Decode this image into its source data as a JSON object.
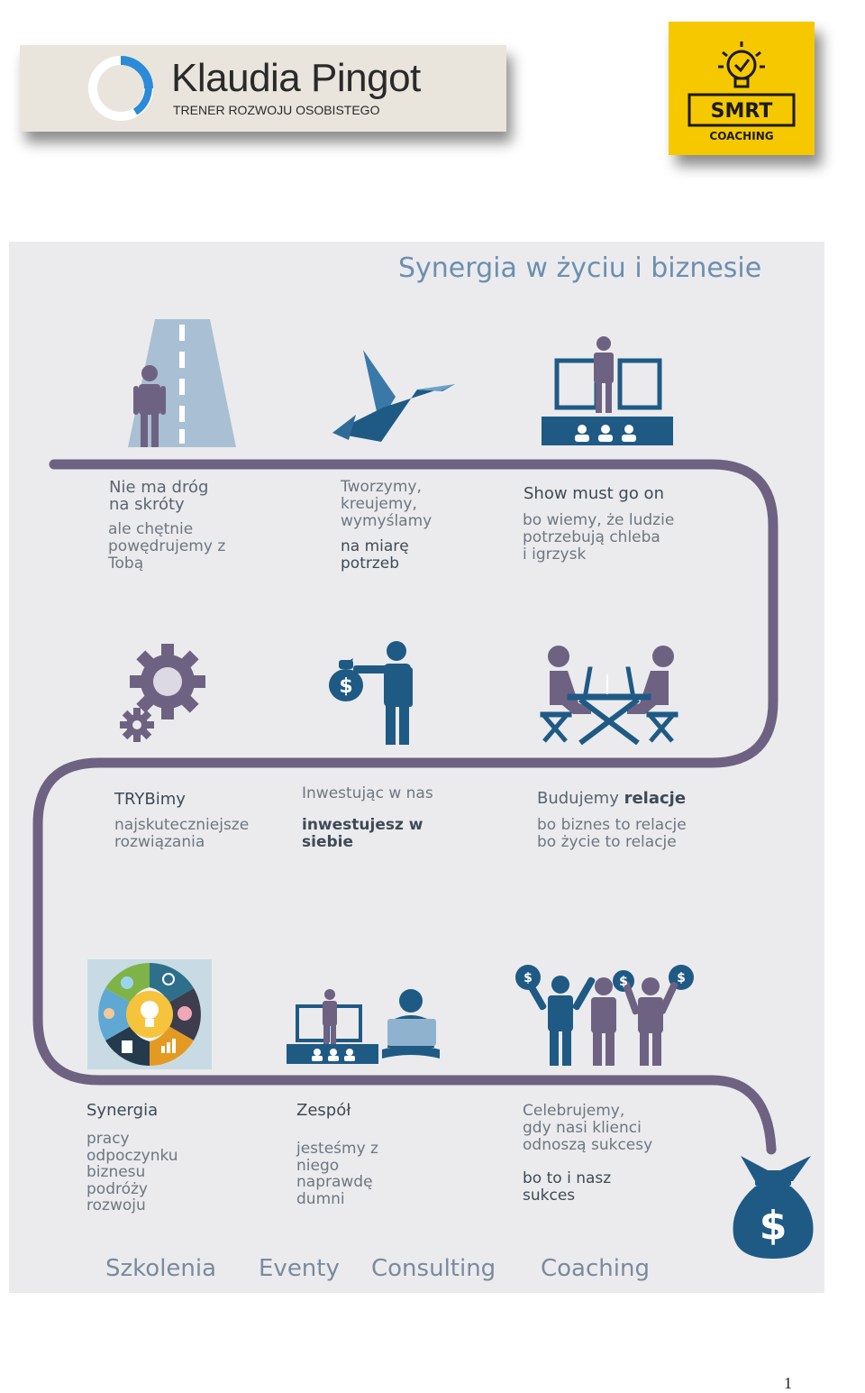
{
  "header": {
    "brand_name": "Klaudia Pingot",
    "brand_subtitle": "TRENER ROZWOJU OSOBISTEGO",
    "logo2_line1": "SMRT",
    "logo2_line2": "COACHING"
  },
  "infographic": {
    "title": "Synergia w życiu i biznesie",
    "steps": [
      {
        "title": "Nie ma dróg\nna skróty",
        "body": "ale chętnie\npowędrujemy z\nTobą"
      },
      {
        "title": "Tworzymy,\nkreujemy,\nwymyślamy",
        "body": "na miarę\npotrzeb"
      },
      {
        "title": "Show must go on",
        "body": "bo wiemy, że ludzie\npotrzebują chleba\ni igrzysk"
      },
      {
        "title": "TRYBimy",
        "body": "najskuteczniejsze\nrozwiązania"
      },
      {
        "title": "Inwestując w nas",
        "body": "inwestujesz w\nsiebie"
      },
      {
        "title_prefix": "Budujemy",
        "title_strong": "relacje",
        "body": "bo biznes to relacje\nbo życie to relacje"
      },
      {
        "title": "Synergia",
        "body": "pracy\nodpoczynku\nbiznesu\npodróży\nrozwoju"
      },
      {
        "title": "Zespół",
        "body": "jesteśmy z\nniego\nnaprawdę\ndumni"
      },
      {
        "title": "Celebrujemy,\ngdy nasi klienci\nodnoszą sukcesy",
        "body": "bo to i nasz\nsukces"
      }
    ],
    "footer": [
      "Szkolenia",
      "Eventy",
      "Consulting",
      "Coaching"
    ]
  },
  "page_number": "1",
  "colors": {
    "path": "#6e6282",
    "navy": "#1f5a85",
    "purple": "#6e6282",
    "road": "#a9bfd3",
    "panel": "#ebebee",
    "title": "#6c8fb0",
    "yellow": "#f6c800"
  }
}
